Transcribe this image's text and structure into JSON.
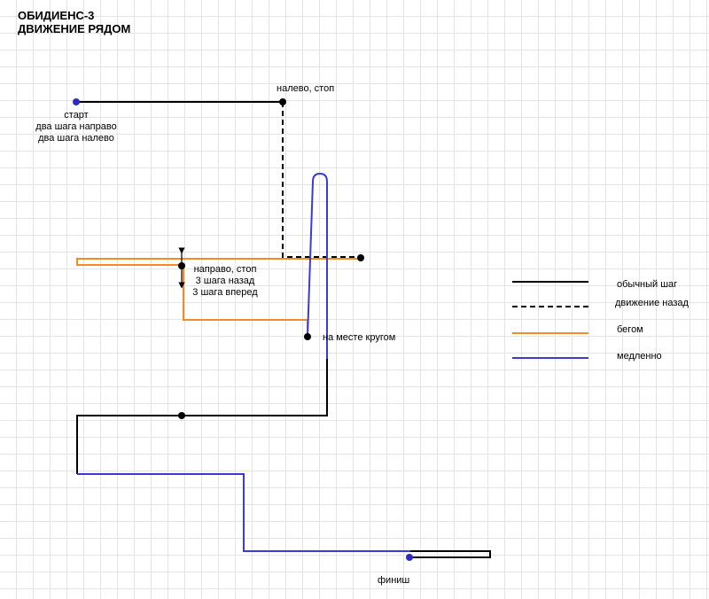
{
  "title": {
    "line1": "ОБИДИЕНС-3",
    "line2": "ДВИЖЕНИЕ РЯДОМ"
  },
  "labels": {
    "start": [
      "старт",
      "два шага направо",
      "два шага налево"
    ],
    "left_stop": "налево, стоп",
    "right_stop": [
      "направо, стоп",
      "3 шага назад",
      "3 шага вперед"
    ],
    "turn_in_place": "на месте кругом",
    "finish": "финиш"
  },
  "legend": [
    {
      "label": "обычный шаг",
      "color": "#000000",
      "style": "solid"
    },
    {
      "label": "движение назад",
      "color": "#000000",
      "style": "dashed"
    },
    {
      "label": "бегом",
      "color": "#f28c28",
      "style": "solid"
    },
    {
      "label": "медленно",
      "color": "#3a3adb",
      "style": "solid"
    }
  ],
  "colors": {
    "normal": "#000000",
    "run": "#f28c28",
    "slow": "#3a3adb",
    "grid": "#e4e4e4"
  }
}
